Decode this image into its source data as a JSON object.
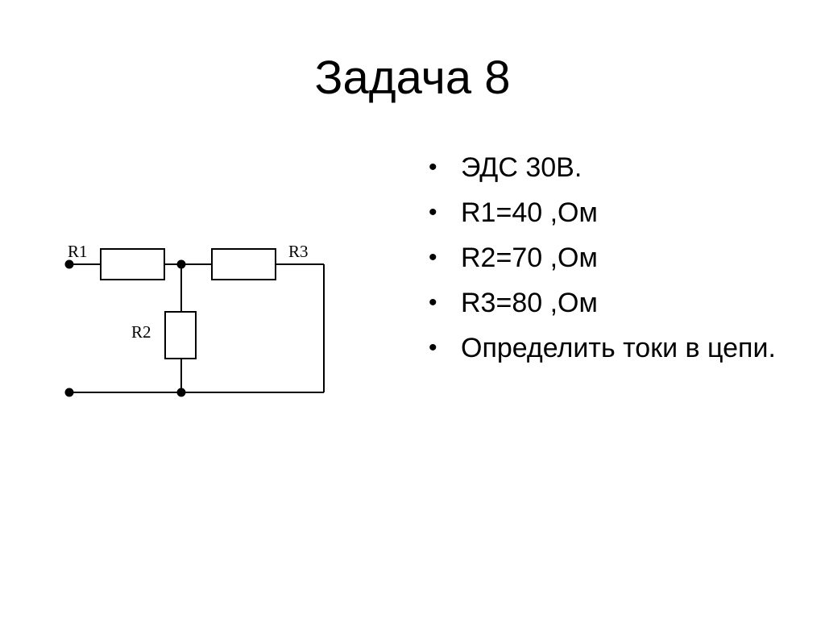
{
  "slide": {
    "title": "Задача 8"
  },
  "circuit": {
    "labels": {
      "r1": "R1",
      "r2": "R2",
      "r3": "R3"
    }
  },
  "bullets": [
    {
      "text": "ЭДС  30В."
    },
    {
      "text": "R1=40 ,Ом"
    },
    {
      "text": "R2=70 ,Ом"
    },
    {
      "text": "R3=80 ,Ом"
    },
    {
      "text": "Определить токи  в цепи."
    }
  ],
  "bullet_symbol": "•"
}
